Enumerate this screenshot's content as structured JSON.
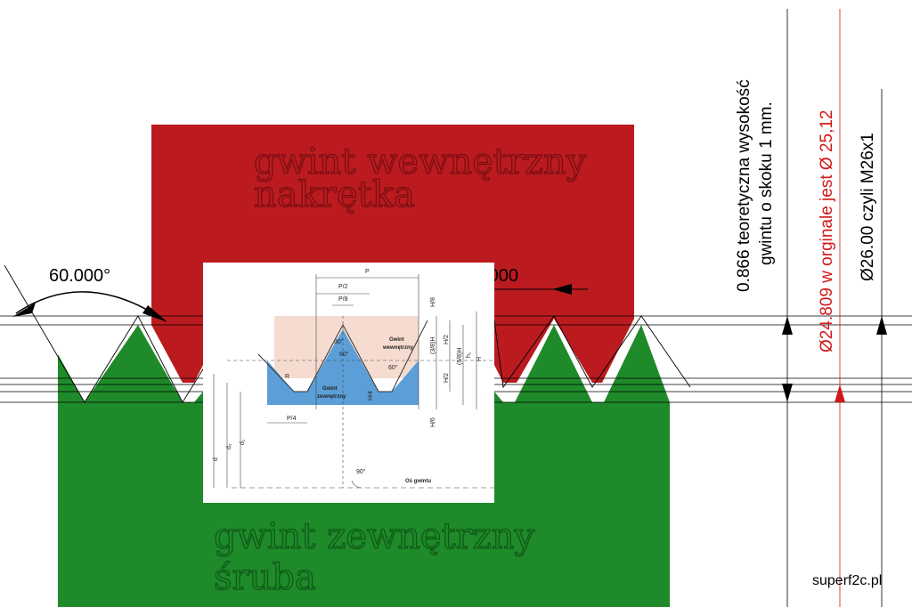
{
  "colors": {
    "nut": "#bb1b1f",
    "bolt": "#1f8a2a",
    "nut_label_stroke": "#7a0e12",
    "bolt_label_stroke": "#0d5a17",
    "profile_top": "#f6dcd0",
    "profile_bottom": "#5c9fd8",
    "red_dim": "#d01818"
  },
  "labels": {
    "nut_line1": "gwint wewnętrzny",
    "nut_line2": "nakrętka",
    "bolt_line1": "gwint zewnętrzny",
    "bolt_line2": "śruba",
    "angle": "60.000°",
    "pitch": "1.000",
    "height_note_line1": "0.866 teoretyczna wysokość",
    "height_note_line2": "gwintu o skoku 1 mm.",
    "dia_red": "Ø24.809 w orginale jest Ø 25,12",
    "dia_black": "Ø26.00 czyli M26x1",
    "watermark": "superf2c.pl"
  },
  "inset": {
    "p": "P",
    "p_half": "P/2",
    "p_eighth": "P/8",
    "p_quarter": "P/4",
    "h_eighth": "H/8",
    "h_3_8": "(3/8)H",
    "h_5_8": "(5/8)H",
    "h_half_a": "H/2",
    "h_half_b": "H/2",
    "h_quarter": "H/4",
    "h_sixth": "H/6",
    "h": "H",
    "h1": "h₁",
    "angle_30": "30°",
    "angle_60_a": "60°",
    "angle_60_b": "60°",
    "angle_90": "90°",
    "r": "R",
    "internal_thread_1": "Gwint",
    "internal_thread_2": "wewnętrzny",
    "external_thread_1": "Gwint",
    "external_thread_2": "zewnętrzny",
    "d": "d",
    "d2": "d₂",
    "d1": "d₁",
    "axis": "Oś gwintu"
  }
}
